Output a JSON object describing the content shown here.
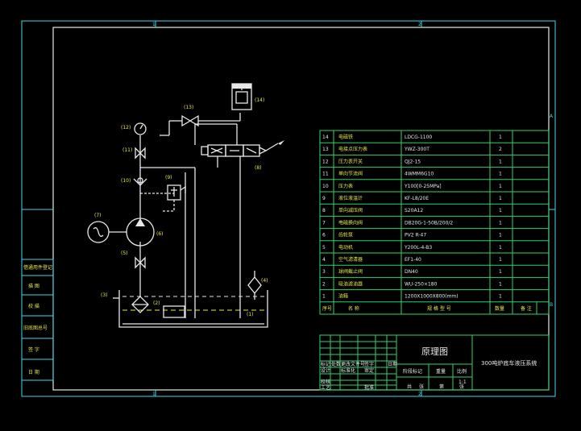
{
  "zones": {
    "top_1": "1",
    "top_2": "2",
    "bottom_1": "1",
    "bottom_2": "2",
    "right_a": "A",
    "right_b": "B"
  },
  "side_labels": [
    "借通用件登记",
    "描 图",
    "校 描",
    "旧底图总号",
    "签 字",
    "日 期"
  ],
  "bom": {
    "rows": [
      {
        "no": "14",
        "name": "电磁铁",
        "spec": "LDCG-1100",
        "qty": "1",
        "note": ""
      },
      {
        "no": "13",
        "name": "电接点压力表",
        "spec": "YWZ-300T",
        "qty": "2",
        "note": ""
      },
      {
        "no": "12",
        "name": "压力表开关",
        "spec": "QJ2-15",
        "qty": "1",
        "note": ""
      },
      {
        "no": "11",
        "name": "单向节流阀",
        "spec": "4WMM6G10",
        "qty": "1",
        "note": ""
      },
      {
        "no": "10",
        "name": "压力表",
        "spec": "Y100[0-25MPa]",
        "qty": "1",
        "note": ""
      },
      {
        "no": "9",
        "name": "液位液温计",
        "spec": "KF-L8/20E",
        "qty": "1",
        "note": ""
      },
      {
        "no": "8",
        "name": "单向减压阀",
        "spec": "S20A12",
        "qty": "1",
        "note": ""
      },
      {
        "no": "7",
        "name": "电磁换向阀",
        "spec": "DB20G-1-50B/200/2",
        "qty": "1",
        "note": ""
      },
      {
        "no": "6",
        "name": "齿轮泵",
        "spec": "PV2 R-47",
        "qty": "1",
        "note": ""
      },
      {
        "no": "5",
        "name": "电动机",
        "spec": "Y200L-4-B3",
        "qty": "1",
        "note": ""
      },
      {
        "no": "4",
        "name": "空气滤清器",
        "spec": "EF1-40",
        "qty": "1",
        "note": ""
      },
      {
        "no": "3",
        "name": "球阀截止阀",
        "spec": "DN40",
        "qty": "1",
        "note": ""
      },
      {
        "no": "2",
        "name": "吸油滤油器",
        "spec": "WU-250×180",
        "qty": "1",
        "note": ""
      },
      {
        "no": "1",
        "name": "油箱",
        "spec": "1200X1000X800(mm)",
        "qty": "1",
        "note": ""
      }
    ],
    "header": {
      "no": "序号",
      "name": "名 称",
      "spec": "规 格 型 号",
      "qty": "数量",
      "note": "备 注"
    }
  },
  "title_block": {
    "drawing_title": "原理图",
    "product_name": "300吨炉底车液压系统",
    "cells": [
      "标记",
      "处数",
      "更改文件号",
      "签字",
      "日期",
      "设计",
      "标准化",
      "审定",
      "阶段标记",
      "重量",
      "比例",
      "1:1",
      "共",
      "张",
      "第",
      "张",
      "工艺",
      "批准",
      "校核"
    ]
  },
  "callouts": [
    "(14)",
    "(13)",
    "(12)",
    "(11)",
    "(10)",
    "(9)",
    "(8)",
    "(7)",
    "(6)",
    "(5)",
    "(4)",
    "(3)",
    "(2)",
    "(1)"
  ]
}
